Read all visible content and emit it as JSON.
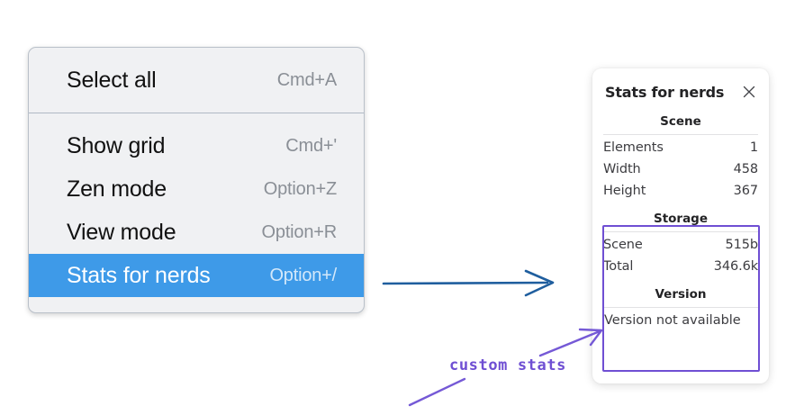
{
  "context_menu": {
    "groups": [
      {
        "items": [
          {
            "label": "Select all",
            "shortcut": "Cmd+A",
            "selected": false
          }
        ]
      },
      {
        "items": [
          {
            "label": "Show grid",
            "shortcut": "Cmd+'",
            "selected": false
          },
          {
            "label": "Zen mode",
            "shortcut": "Option+Z",
            "selected": false
          },
          {
            "label": "View mode",
            "shortcut": "Option+R",
            "selected": false
          },
          {
            "label": "Stats for nerds",
            "shortcut": "Option+/",
            "selected": true
          }
        ]
      }
    ],
    "highlight_color": "#3e9ae8",
    "background_color": "#f0f1f3"
  },
  "stats_panel": {
    "title": "Stats for nerds",
    "close_icon": "close-icon",
    "sections": [
      {
        "title": "Scene",
        "rows": [
          {
            "key": "Elements",
            "value": "1"
          },
          {
            "key": "Width",
            "value": "458"
          },
          {
            "key": "Height",
            "value": "367"
          }
        ]
      },
      {
        "title": "Storage",
        "rows": [
          {
            "key": "Scene",
            "value": "515b"
          },
          {
            "key": "Total",
            "value": "346.6k"
          }
        ]
      },
      {
        "title": "Version",
        "single": "Version not available"
      }
    ]
  },
  "annotations": {
    "custom_stats_label": "custom stats",
    "highlight_color": "#6f4fd3",
    "arrow_color": "#1f5e9e"
  }
}
